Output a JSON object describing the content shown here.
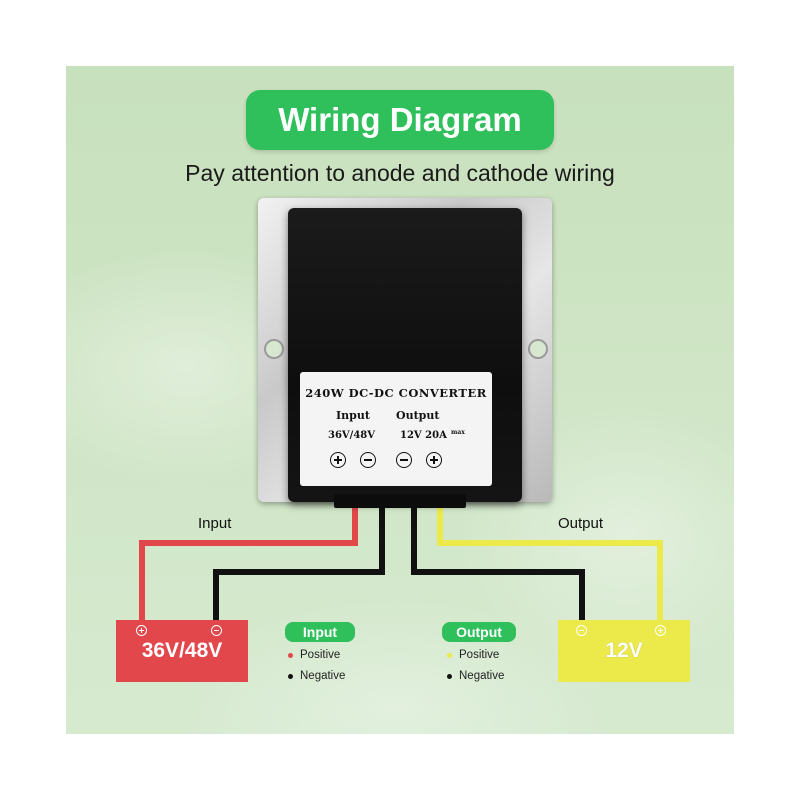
{
  "header": {
    "title": "Wiring Diagram",
    "subtitle": "Pay attention to anode and cathode wiring"
  },
  "converter": {
    "label_title": "240W DC-DC CONVERTER",
    "input_heading": "Input",
    "output_heading": "Output",
    "input_voltage": "36V/48V",
    "output_rating": "12V 20A",
    "output_rating_suffix": "max"
  },
  "wires": {
    "input_label": "Input",
    "output_label": "Output"
  },
  "batteries": {
    "input": {
      "label": "36V/48V",
      "color": "#e2474b"
    },
    "output": {
      "label": "12V",
      "color": "#ece94a"
    }
  },
  "legend": {
    "input": {
      "title": "Input",
      "positive": "Positive",
      "negative": "Negative"
    },
    "output": {
      "title": "Output",
      "positive": "Positive",
      "negative": "Negative"
    }
  },
  "colors": {
    "accent_green": "#2fbf5b",
    "positive_input_wire": "#e2474b",
    "positive_output_wire": "#ece94a",
    "negative_wire": "#111111"
  },
  "icons": [
    "plus-terminal-icon",
    "minus-terminal-icon"
  ]
}
